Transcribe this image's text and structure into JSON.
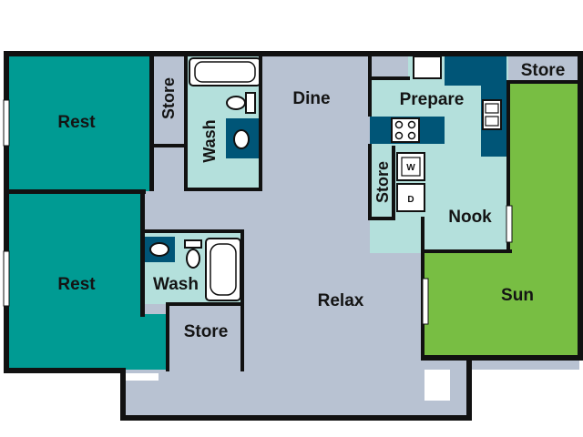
{
  "colors": {
    "rest": "#009b93",
    "common": "#b8c2d2",
    "wash": "#b4e0dc",
    "kitchen": "#b4e0dc",
    "sun": "#78be43",
    "cabinet": "#005577",
    "wall": "#111111"
  },
  "rooms": {
    "rest_top": "Rest",
    "rest_bottom": "Rest",
    "store_top_left": "Store",
    "wash_top": "Wash",
    "dine": "Dine",
    "prepare": "Prepare",
    "store_top_right": "Store",
    "store_kitchen": "Store",
    "nook": "Nook",
    "wash_bottom": "Wash",
    "store_bottom": "Store",
    "relax": "Relax",
    "sun": "Sun"
  },
  "appliance_marks": {
    "washer": "W",
    "dryer": "D"
  }
}
